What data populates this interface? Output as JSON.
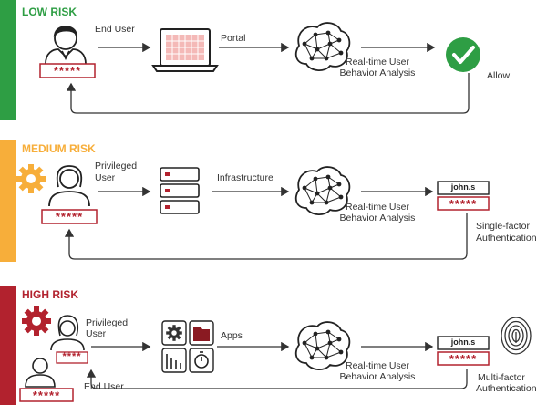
{
  "colors": {
    "low": "#2e9e44",
    "medium": "#f7ae3a",
    "high": "#b2222e",
    "pwd": "#b2222e",
    "ink": "#333333"
  },
  "low": {
    "title": "LOW RISK",
    "user_label": "End User",
    "portal_label": "Portal",
    "analysis_label_1": "Real-time User",
    "analysis_label_2": "Behavior Analysis",
    "result_label": "Allow",
    "password": "*****"
  },
  "medium": {
    "title": "MEDIUM RISK",
    "user_label_1": "Privileged",
    "user_label_2": "User",
    "infra_label": "Infrastructure",
    "analysis_label_1": "Real-time User",
    "analysis_label_2": "Behavior Analysis",
    "username": "john.s",
    "password": "*****",
    "result_label_1": "Single-factor",
    "result_label_2": "Authentication"
  },
  "high": {
    "title": "HIGH RISK",
    "user_label_1": "Privileged",
    "user_label_2": "User",
    "end_user_label": "End User",
    "apps_label": "Apps",
    "analysis_label_1": "Real-time User",
    "analysis_label_2": "Behavior Analysis",
    "username": "john.s",
    "password": "*****",
    "password_small": "****",
    "result_label_1": "Multi-factor",
    "result_label_2": "Authentication"
  }
}
